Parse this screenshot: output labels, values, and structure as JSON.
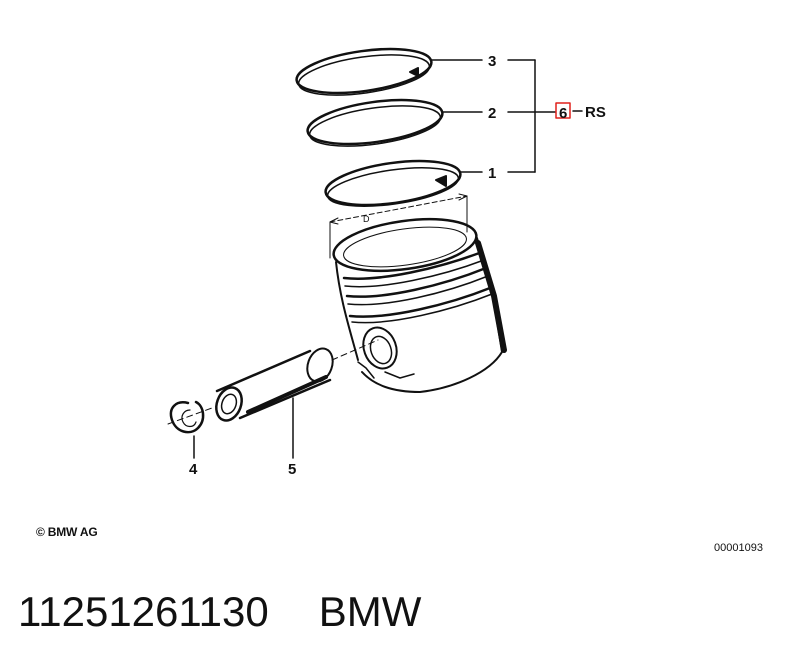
{
  "diagram": {
    "callouts": {
      "ring3": "3",
      "ring2": "2",
      "ring1": "1",
      "group_ref": "6",
      "group_suffix": "RS",
      "circlip": "4",
      "pin": "5"
    },
    "dimension_label": "D",
    "highlight_color": "#e0201c"
  },
  "copyright": "© BMW AG",
  "image_ref": "00001093",
  "footer": {
    "part_number": "11251261130",
    "brand": "BMW"
  }
}
